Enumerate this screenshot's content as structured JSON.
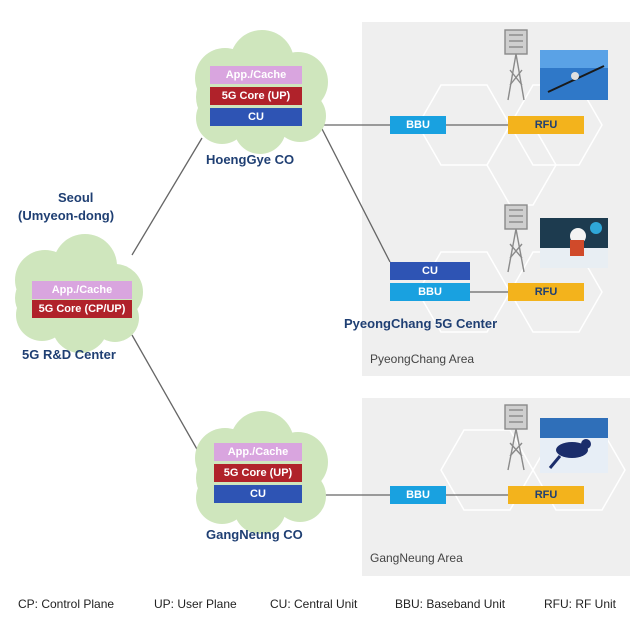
{
  "seoul": {
    "title": "Seoul",
    "subtitle": "(Umyeon-dong)",
    "center_label": "5G R&D Center",
    "boxes": [
      "App./Cache",
      "5G Core (CP/UP)"
    ]
  },
  "hoenggye": {
    "label": "HoengGye CO",
    "boxes": [
      "App./Cache",
      "5G Core (UP)",
      "CU"
    ]
  },
  "gangneung_co": {
    "label": "GangNeung CO",
    "boxes": [
      "App./Cache",
      "5G Core (UP)",
      "CU"
    ]
  },
  "pyeongchang": {
    "area_label": "PyeongChang Area",
    "center_label": "PyeongChang 5G Center",
    "top_bbu": "BBU",
    "top_rfu": "RFU",
    "center_cu": "CU",
    "center_bbu": "BBU",
    "center_rfu": "RFU"
  },
  "gangneung_area": {
    "area_label": "GangNeung Area",
    "bbu": "BBU",
    "rfu": "RFU"
  },
  "legend": [
    "CP: Control Plane",
    "UP: User Plane",
    "CU: Central Unit",
    "BBU: Baseband Unit",
    "RFU: RF Unit"
  ],
  "icons": {
    "tower": "cell-tower-icon",
    "photos": [
      "ski-jump-photo",
      "skier-photo",
      "speed-skater-photo"
    ]
  },
  "colors": {
    "app_cache": "#d9a5df",
    "core": "#b0222a",
    "cu": "#2e54b4",
    "bbu": "#19a1e0",
    "rfu": "#f3b31c",
    "cloud": "#cfe6bd",
    "label_text": "#1f3f73",
    "area_bg": "#efefef"
  }
}
